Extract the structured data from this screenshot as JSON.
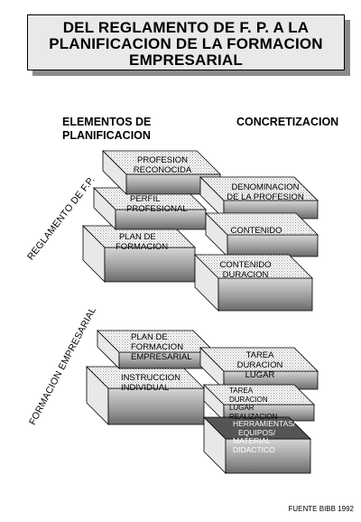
{
  "title": {
    "line1": "DEL REGLAMENTO DE F. P. A LA",
    "line2": "PLANIFICACION DE LA FORMACION",
    "line3": "EMPRESARIAL"
  },
  "columns": {
    "left_line1": "ELEMENTOS DE",
    "left_line2": "PLANIFICACION",
    "right": "CONCRETIZACION"
  },
  "sections": {
    "top": "REGLAMENTO DE F.P.",
    "bottom": "FORMACION EMPRESARIAL"
  },
  "blocks": {
    "profesion_1": "PROFESION",
    "profesion_2": "RECONOCIDA",
    "perfil_1": "PERFIL",
    "perfil_2": "PROFESIONAL",
    "plan_1": "PLAN DE",
    "plan_2": "FORMACION",
    "denom_1": "DENOMINACION",
    "denom_2": "DE LA PROFESION",
    "contenido": "CONTENIDO",
    "cont_dur_1": "CONTENIDO",
    "cont_dur_2": "DURACION",
    "plan_emp_1": "PLAN DE",
    "plan_emp_2": "FORMACION",
    "plan_emp_3": "EMPRESARIAL",
    "instr_1": "INSTRUCCION",
    "instr_2": "INDIVIDUAL",
    "tarea_1": "TAREA",
    "tarea_2": "DURACION",
    "tarea_3": "LUGAR",
    "tarea_r_1": "TAREA",
    "tarea_r_2": "DURACION",
    "tarea_r_3": "LUGAR",
    "tarea_r_4": "REALIZACION",
    "herr_1": "HERRAMIENTAS/",
    "herr_2": "EQUIPOS/",
    "herr_3": "MATERIAL",
    "herr_4": "DIDACTICO"
  },
  "source": "FUENTE BIBB 1992"
}
